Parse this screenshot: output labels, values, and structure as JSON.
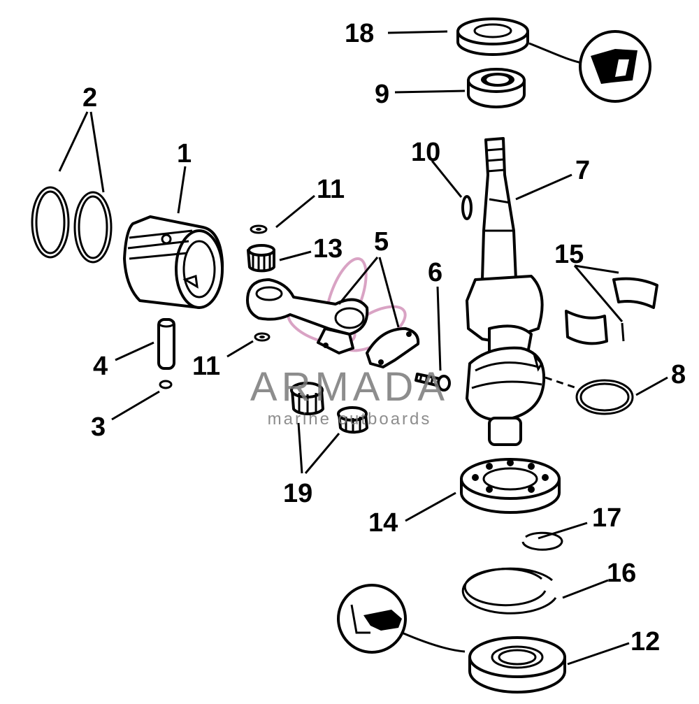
{
  "watermark": {
    "brand": "ARMADA",
    "tagline": "marine outboards",
    "propeller_color": "#d9a3c4"
  },
  "callouts": [
    {
      "id": "18",
      "part": "crankshaft-upper-seal"
    },
    {
      "id": "9",
      "part": "upper-bearing"
    },
    {
      "id": "2",
      "part": "piston-rings"
    },
    {
      "id": "1",
      "part": "piston"
    },
    {
      "id": "10",
      "part": "woodruff-key"
    },
    {
      "id": "7",
      "part": "crankshaft"
    },
    {
      "id": "11",
      "part": "thrust-washer-upper"
    },
    {
      "id": "13",
      "part": "needle-bearing"
    },
    {
      "id": "5",
      "part": "connecting-rod"
    },
    {
      "id": "15",
      "part": "bearing-cage"
    },
    {
      "id": "6",
      "part": "rod-screw"
    },
    {
      "id": "4",
      "part": "piston-pin"
    },
    {
      "id": "11",
      "part": "thrust-washer-lower"
    },
    {
      "id": "8",
      "part": "crank-ring"
    },
    {
      "id": "3",
      "part": "pin-retainer"
    },
    {
      "id": "19",
      "part": "rod-needle-bearings"
    },
    {
      "id": "14",
      "part": "ball-bearing"
    },
    {
      "id": "17",
      "part": "snap-ring"
    },
    {
      "id": "16",
      "part": "retaining-ring"
    },
    {
      "id": "12",
      "part": "lower-seal"
    }
  ]
}
